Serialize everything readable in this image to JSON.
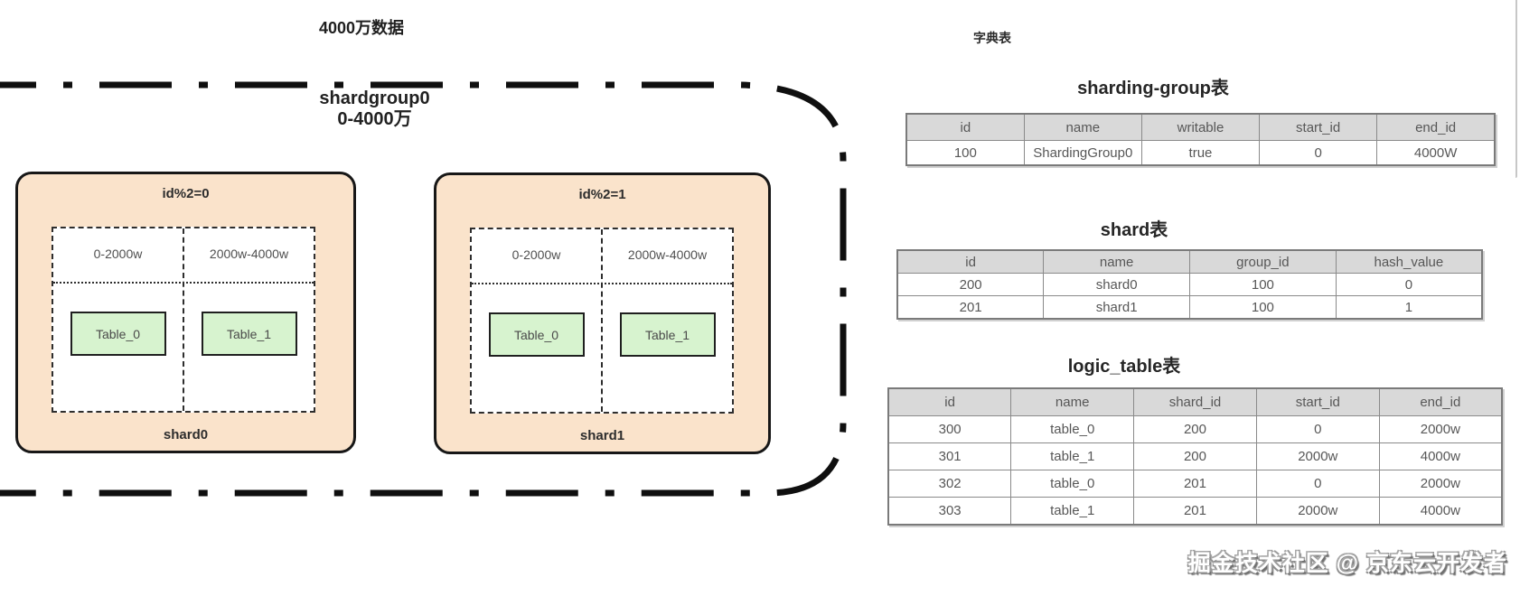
{
  "annotations": {
    "data_volume_label": "4000万数据",
    "group_name": "shardgroup0",
    "group_range": "0-4000万",
    "dict_section_label": "字典表",
    "watermark": "掘金技术社区 @ 京东云开发者"
  },
  "shards": [
    {
      "condition": "id%2=0",
      "name": "shard0",
      "partitions": [
        {
          "range": "0-2000w",
          "table": "Table_0"
        },
        {
          "range": "2000w-4000w",
          "table": "Table_1"
        }
      ]
    },
    {
      "condition": "id%2=1",
      "name": "shard1",
      "partitions": [
        {
          "range": "0-2000w",
          "table": "Table_0"
        },
        {
          "range": "2000w-4000w",
          "table": "Table_1"
        }
      ]
    }
  ],
  "dict_tables": [
    {
      "title": "sharding-group表",
      "columns": [
        "id",
        "name",
        "writable",
        "start_id",
        "end_id"
      ],
      "rows": [
        [
          "100",
          "ShardingGroup0",
          "true",
          "0",
          "4000W"
        ]
      ]
    },
    {
      "title": "shard表",
      "columns": [
        "id",
        "name",
        "group_id",
        "hash_value"
      ],
      "rows": [
        [
          "200",
          "shard0",
          "100",
          "0"
        ],
        [
          "201",
          "shard1",
          "100",
          "1"
        ]
      ]
    },
    {
      "title": "logic_table表",
      "columns": [
        "id",
        "name",
        "shard_id",
        "start_id",
        "end_id"
      ],
      "rows": [
        [
          "300",
          "table_0",
          "200",
          "0",
          "2000w"
        ],
        [
          "301",
          "table_1",
          "200",
          "2000w",
          "4000w"
        ],
        [
          "302",
          "table_0",
          "201",
          "0",
          "2000w"
        ],
        [
          "303",
          "table_1",
          "201",
          "2000w",
          "4000w"
        ]
      ]
    }
  ],
  "colors": {
    "shard_panel_fill": "#fae3cb",
    "physical_table_fill": "#d7f3cf",
    "table_header_fill": "#d9d9d9",
    "boundary_stroke": "#0f0f0f"
  }
}
